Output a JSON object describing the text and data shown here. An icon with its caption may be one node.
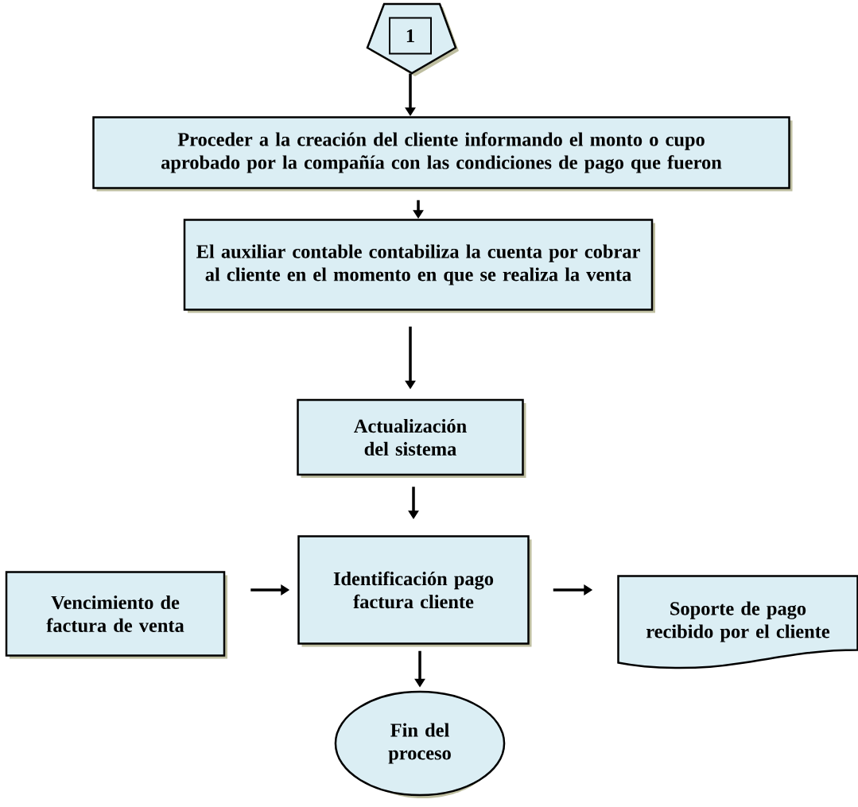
{
  "diagram": {
    "nodes": [
      {
        "text": [
          "1"
        ]
      },
      {
        "text": [
          "Proceder a la creación del cliente informando el monto o cupo aprobado por la compañía con las condiciones de pago que fueron"
        ]
      },
      {
        "text": [
          "El auxiliar contable contabiliza la cuenta por cobrar al cliente en el momento en que se realiza la venta"
        ]
      },
      {
        "text": [
          "Actualización del sistema"
        ]
      },
      {
        "text": [
          "Vencimiento de factura de venta"
        ]
      },
      {
        "text": [
          "Identificación pago factura cliente"
        ]
      },
      {
        "text": [
          "Soporte de pago recibido por el cliente"
        ]
      },
      {
        "text": [
          "Fin del proceso"
        ]
      }
    ],
    "edges": [
      {
        "from": 0,
        "to": 1,
        "arrow": "to"
      },
      {
        "from": 1,
        "to": 2,
        "arrow": "to"
      },
      {
        "from": 2,
        "to": 3,
        "arrow": "to"
      },
      {
        "from": 3,
        "to": 5,
        "arrow": "to"
      },
      {
        "from": 4,
        "to": 5,
        "arrow": "to"
      },
      {
        "from": 5,
        "to": 6,
        "arrow": "to"
      },
      {
        "from": 5,
        "to": 7,
        "arrow": "to"
      }
    ]
  }
}
